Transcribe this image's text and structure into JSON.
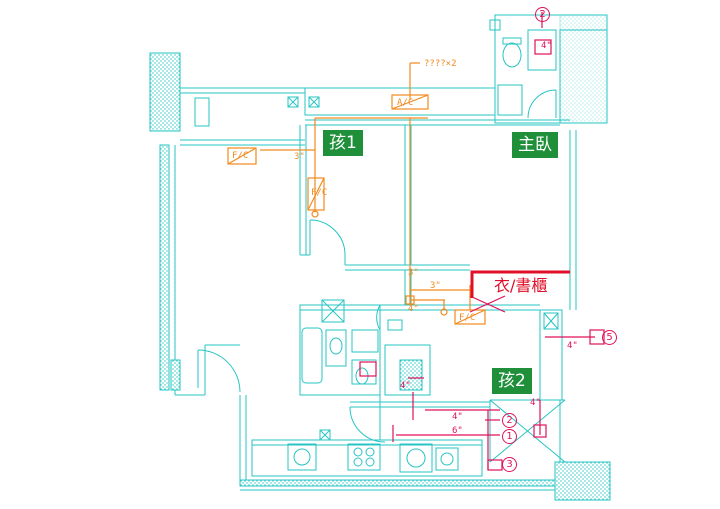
{
  "rooms": {
    "child1": "孩1",
    "master": "主臥",
    "child2": "孩2"
  },
  "cabinet_label": "衣/書櫃",
  "ac_note": "????×2",
  "pipe_sizes": {
    "p_4a": "4\"",
    "p_3a": "3\"",
    "p_3b": "3\"",
    "p_3c": "3\"",
    "p_4b": "4\"",
    "p_4c": "4\"",
    "p_4d": "4\"",
    "p_6": "6\"",
    "p_4e": "4\"",
    "p_4f": "4\""
  },
  "fc_labels": {
    "fc1": "F/C",
    "fc2": "F/C",
    "fc3": "F/C",
    "ac": "A/C"
  },
  "markers": {
    "m2_top": "2",
    "m5": "5",
    "m2": "2",
    "m1": "1",
    "m3": "3"
  },
  "colors": {
    "wall": "#27c4c4",
    "pipe_orange": "#f28a1e",
    "pipe_magenta": "#e0105a",
    "label_green": "#1f8f3a",
    "cabinet_red": "#e0102a"
  }
}
